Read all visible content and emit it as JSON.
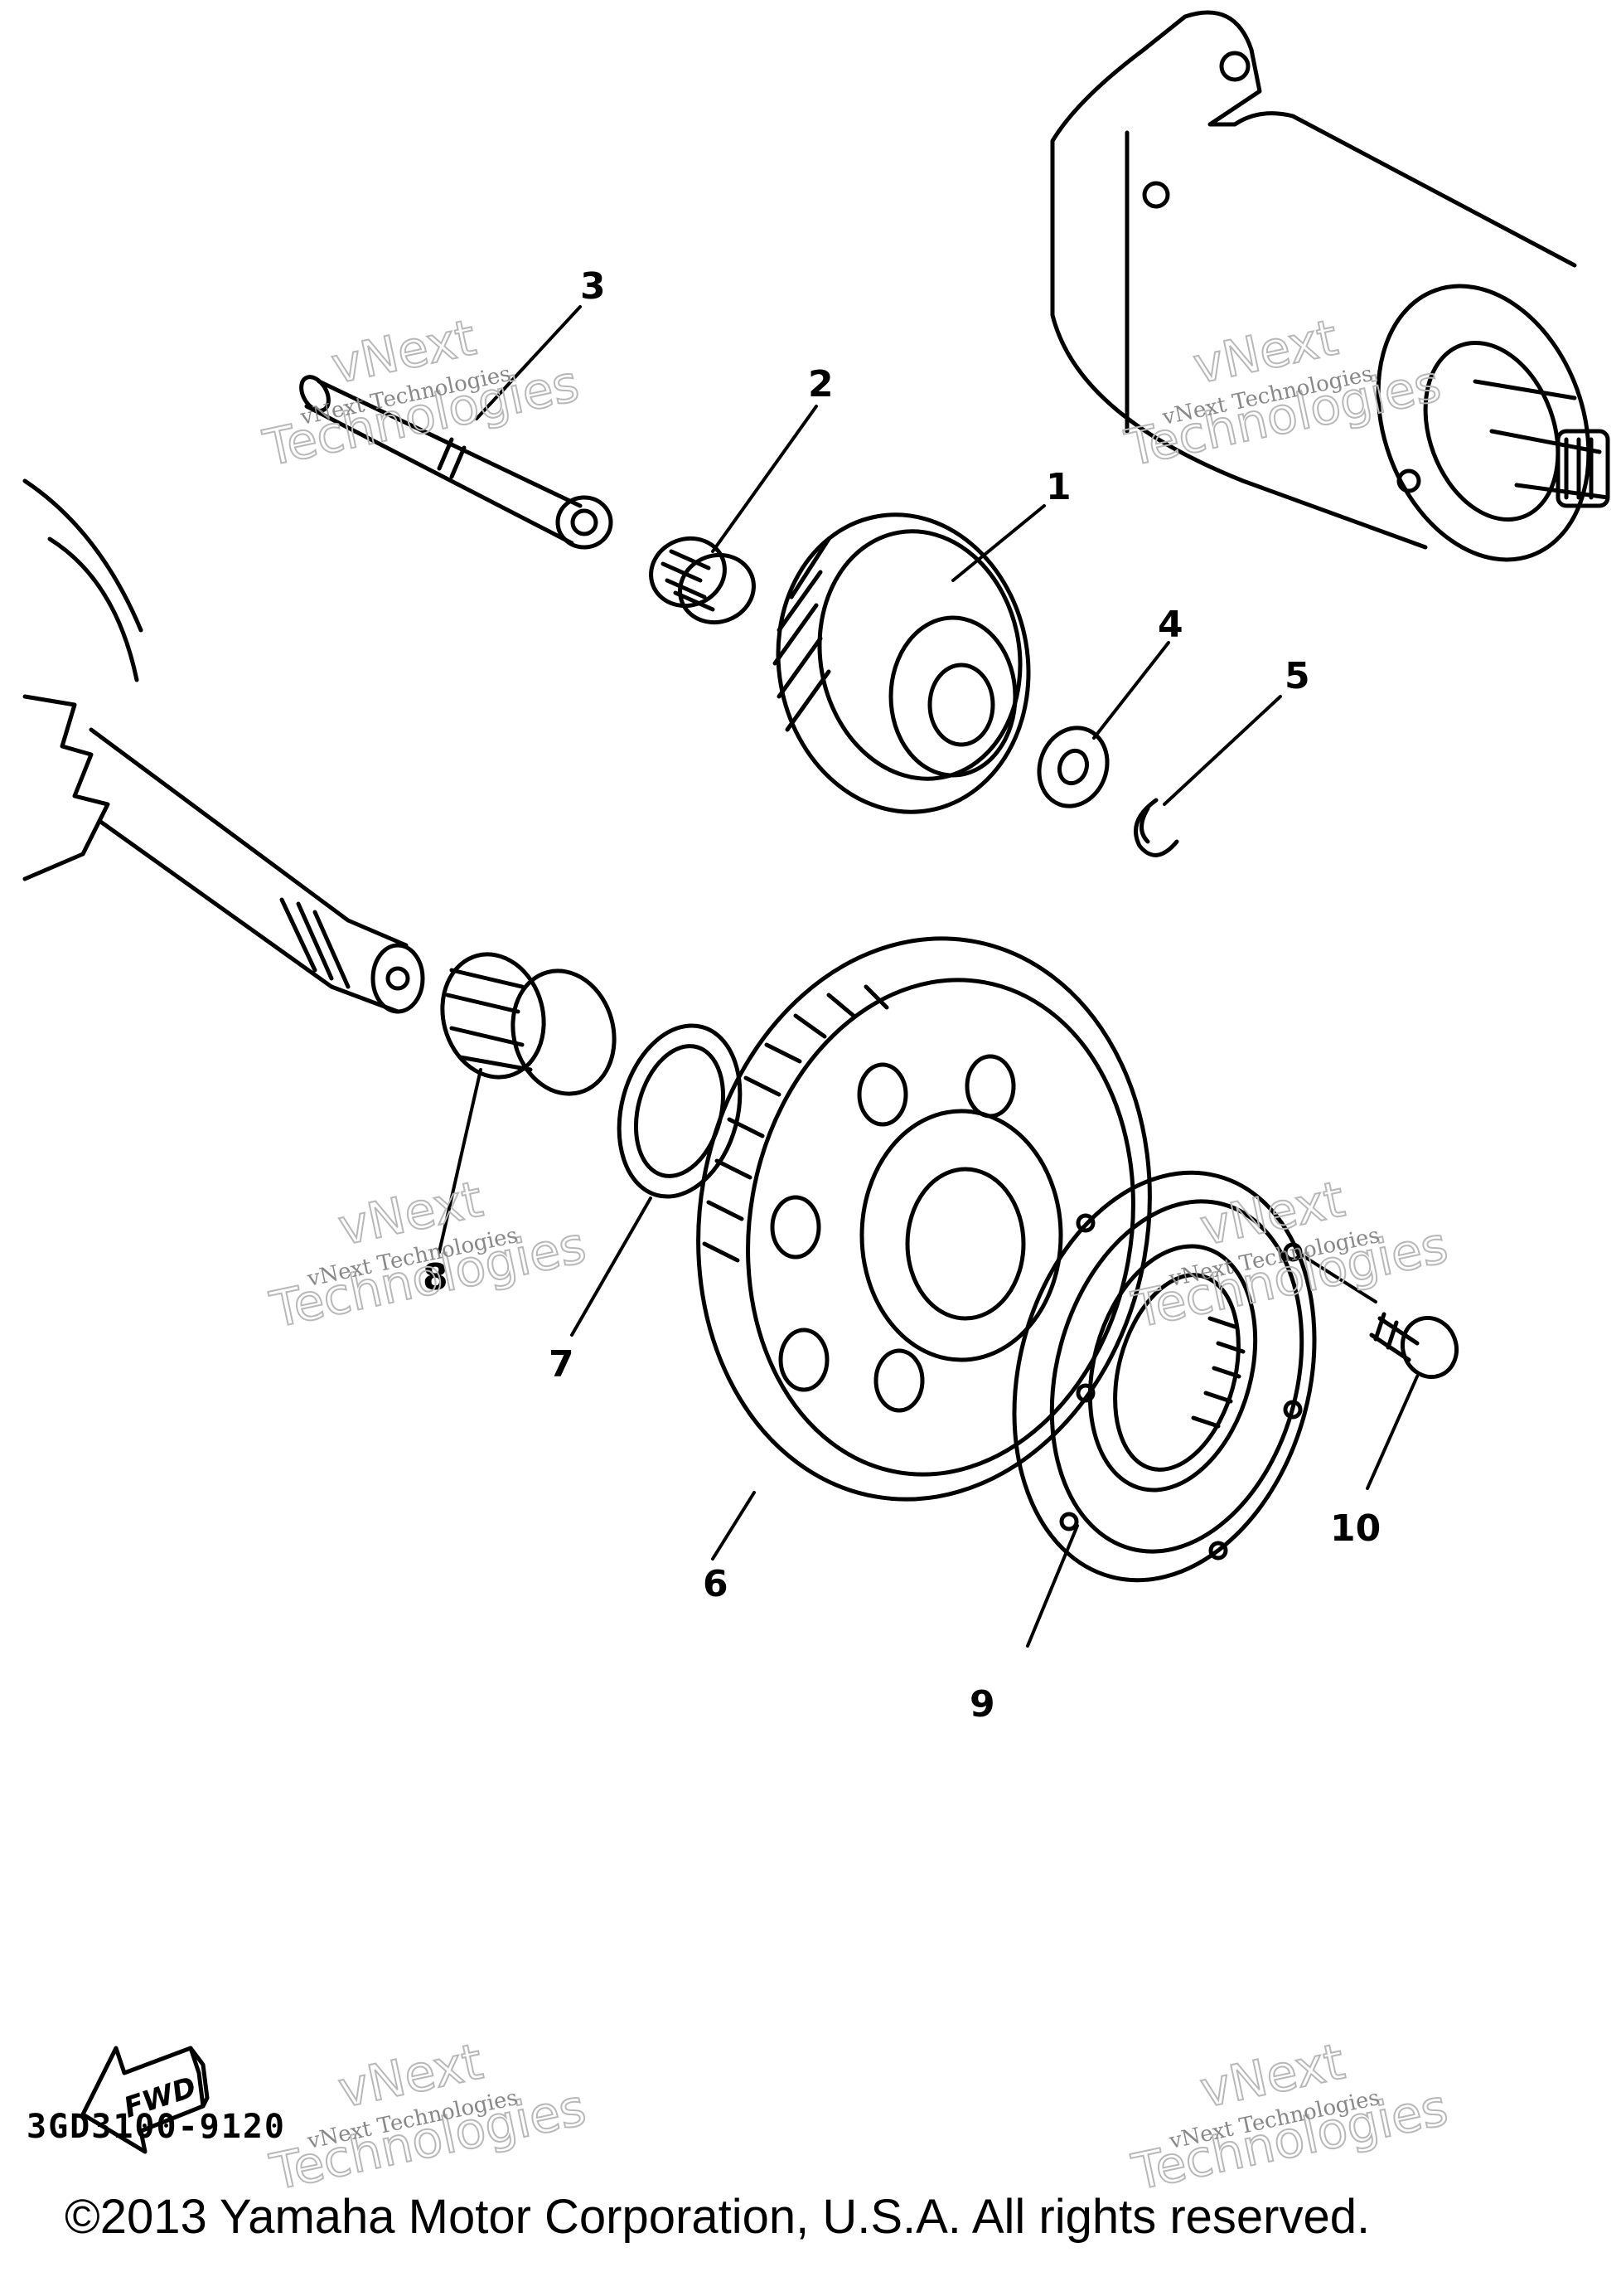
{
  "callouts": [
    "1",
    "2",
    "3",
    "4",
    "5",
    "6",
    "7",
    "8",
    "9",
    "10"
  ],
  "fwd_label": "FWD",
  "diagram_code": "3GD3100-9120",
  "copyright": "©2013 Yamaha Motor Corporation, U.S.A. All rights reserved.",
  "watermark": {
    "line1": "vNext Technologies",
    "big1": "vNext",
    "big2": "Technologies"
  },
  "colors": {
    "ink": "#000000",
    "watermark": "#b8b8b8",
    "background": "#ffffff"
  }
}
